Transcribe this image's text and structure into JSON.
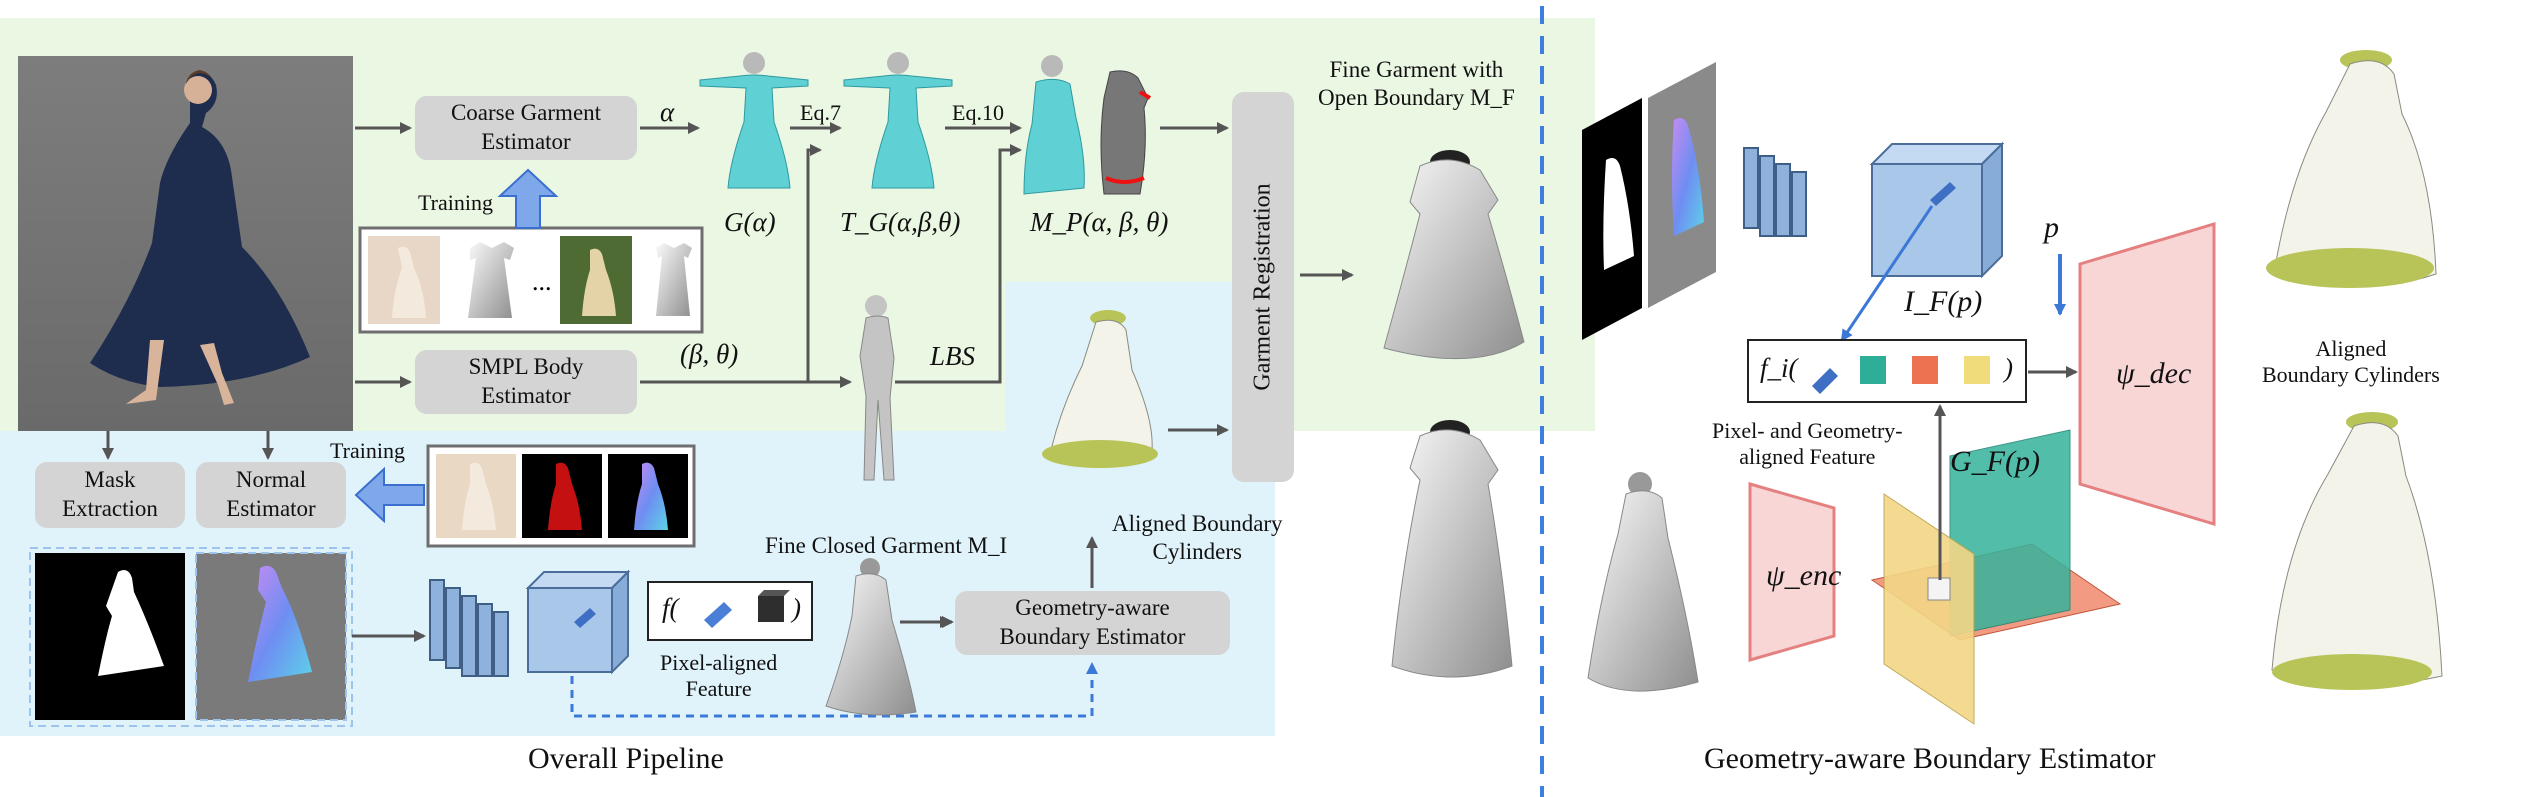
{
  "left": {
    "coarse_garment": "Coarse Garment\nEstimator",
    "smpl_body": "SMPL Body\nEstimator",
    "garment_registration": "Garment Registration",
    "mask_extraction": "Mask\nExtraction",
    "normal_estimator": "Normal\nEstimator",
    "geometry_boundary": "Geometry-aware\nBoundary Estimator",
    "training_top": "Training",
    "training_bottom": "Training",
    "ellipsis": "...",
    "alpha": "α",
    "g_alpha": "G(α)",
    "eq7": "Eq.7",
    "eq10": "Eq.10",
    "tg": "T_G(α,β,θ)",
    "mp": "M_P(α, β, θ)",
    "beta_theta": "(β, θ)",
    "lbs": "LBS",
    "fine_garment_open": "Fine Garment with\nOpen Boundary M_F",
    "fine_closed": "Fine Closed Garment M_I",
    "aligned_boundary": "Aligned Boundary\nCylinders",
    "pixel_aligned_feature": "Pixel-aligned\nFeature",
    "f_feature": "f(",
    "f_close": ")",
    "caption": "Overall Pipeline"
  },
  "right": {
    "if_p": "I_F(p)",
    "p": "p",
    "fi": "f_i(",
    "fi_close": ")",
    "psi_dec": "ψ_dec",
    "psi_enc": "ψ_enc",
    "gf_p": "G_F(p)",
    "pixel_geometry_feature": "Pixel- and Geometry-\naligned Feature",
    "aligned_boundary_cylinders": "Aligned\nBoundary Cylinders",
    "caption": "Geometry-aware Boundary Estimator"
  },
  "colors": {
    "green_panel": "#eaf7e3",
    "blue_panel": "#e0f3fa",
    "grey_box": "#d4d4d4",
    "arrow": "#555555",
    "blue_arrow": "#4a7fd8",
    "divider": "#3d7ee0",
    "pink": "#f2b9b9",
    "pink_stroke": "#e58080",
    "garment_teal": "#5fd0d4",
    "cube_blue": "#a9c7e8"
  }
}
